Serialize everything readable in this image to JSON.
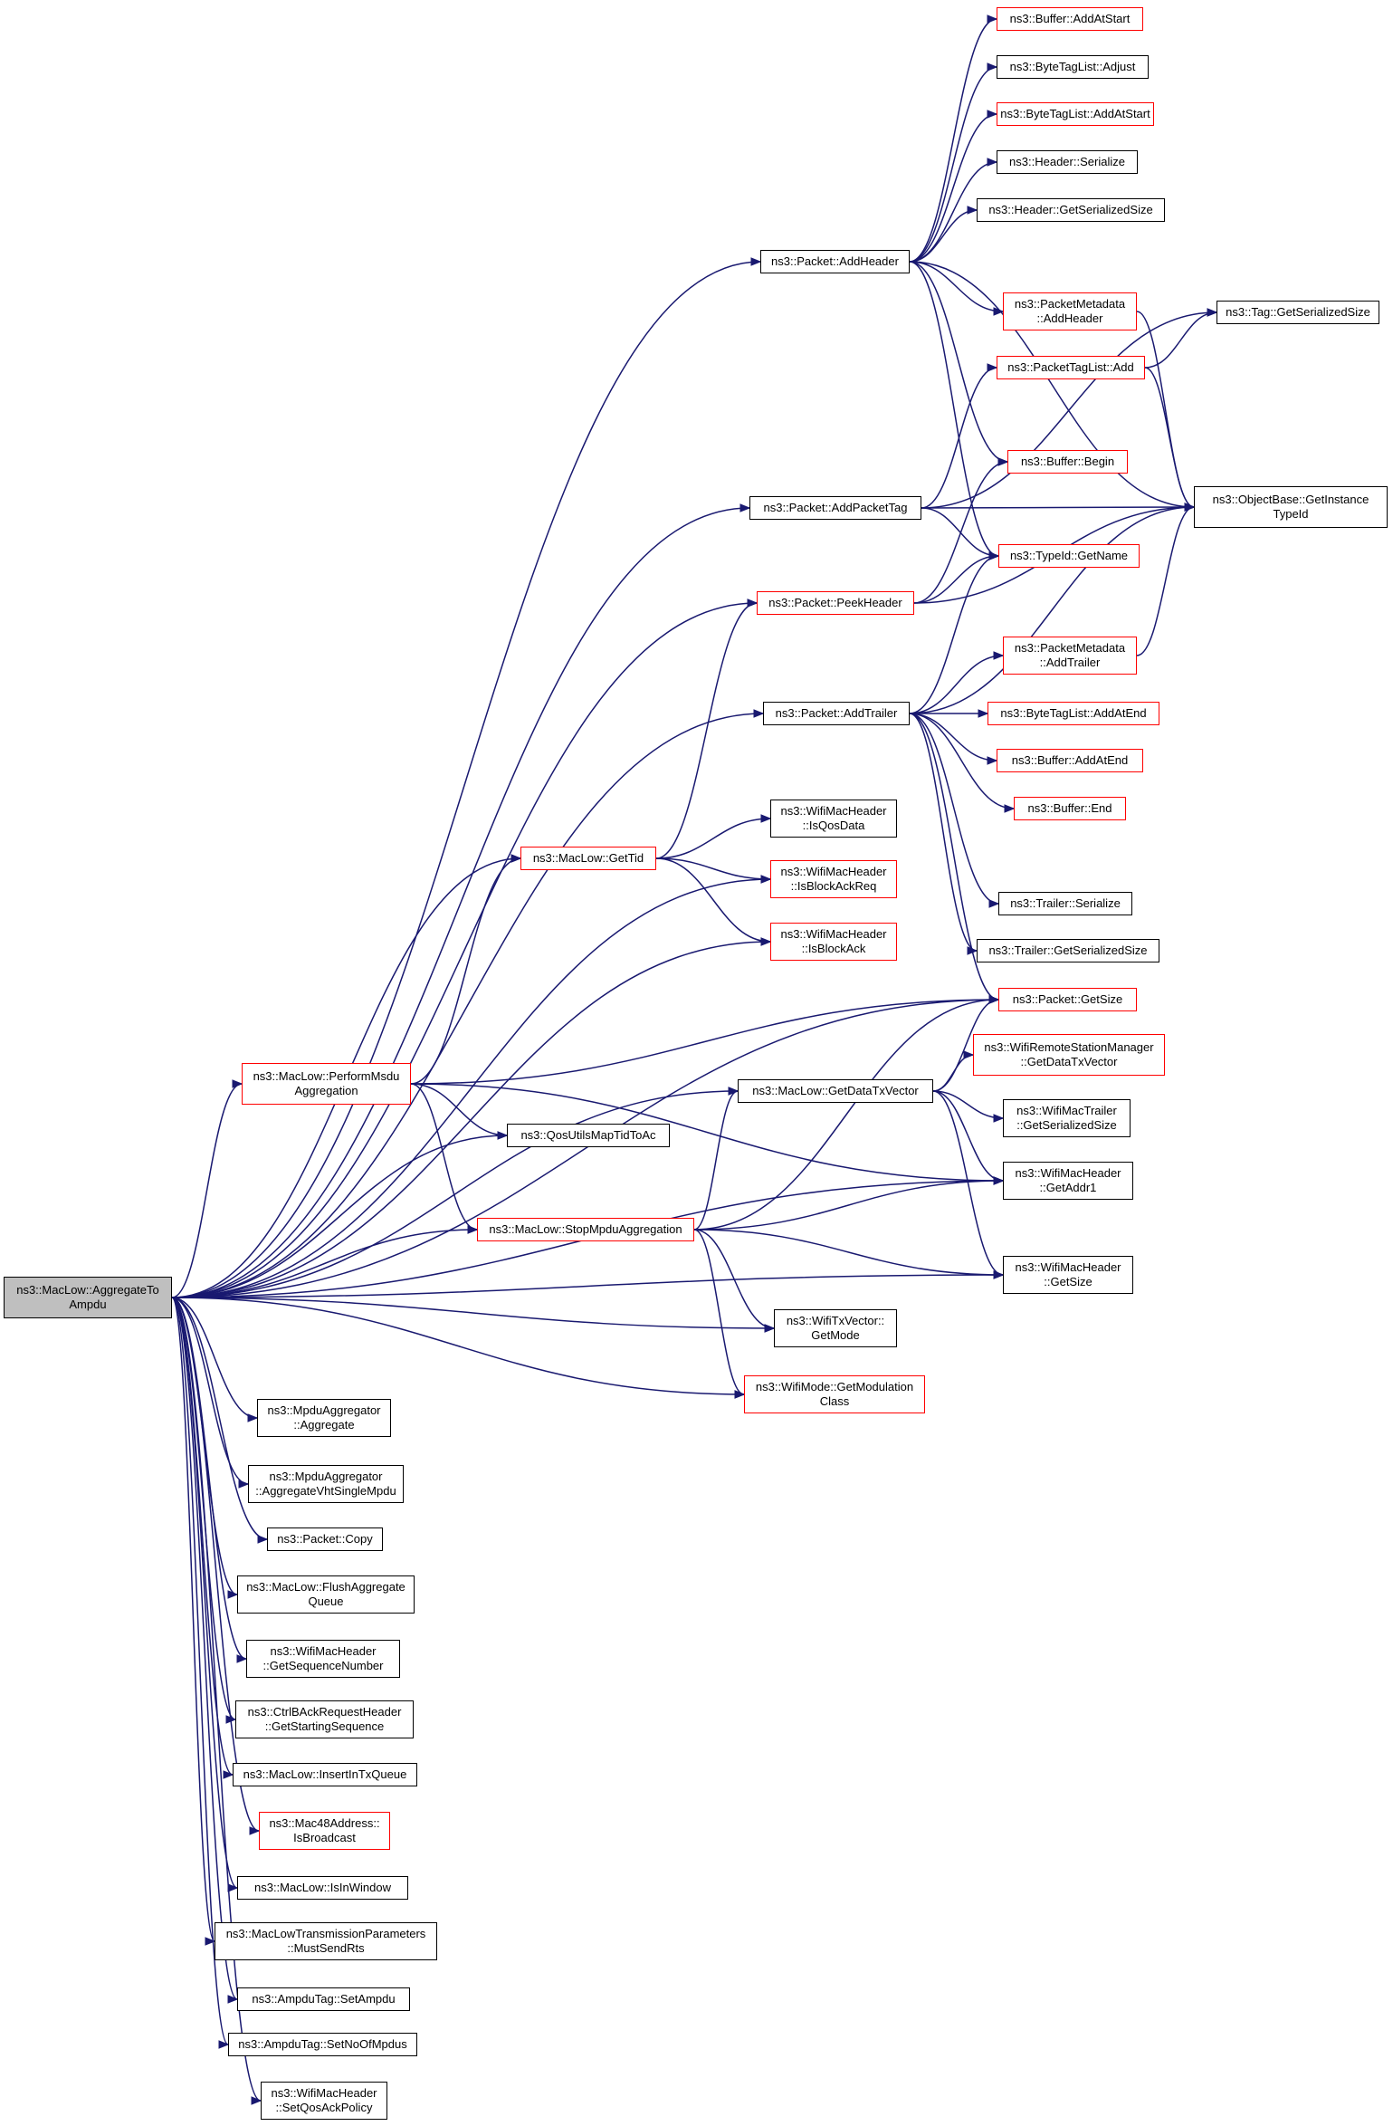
{
  "nodes": [
    {
      "id": "root",
      "label": "ns3::MacLow::AggregateTo\nAmpdu",
      "style": "root"
    },
    {
      "id": "pmsdu",
      "label": "ns3::MacLow::PerformMsdu\nAggregation",
      "style": "red"
    },
    {
      "id": "gettid",
      "label": "ns3::MacLow::GetTid",
      "style": "red"
    },
    {
      "id": "stopmpdu",
      "label": "ns3::MacLow::StopMpduAggregation",
      "style": "red"
    },
    {
      "id": "qosutils",
      "label": "ns3::QosUtilsMapTidToAc",
      "style": "black"
    },
    {
      "id": "addheader",
      "label": "ns3::Packet::AddHeader",
      "style": "black"
    },
    {
      "id": "addpackettag",
      "label": "ns3::Packet::AddPacketTag",
      "style": "black"
    },
    {
      "id": "peekheader",
      "label": "ns3::Packet::PeekHeader",
      "style": "red"
    },
    {
      "id": "addtrailer",
      "label": "ns3::Packet::AddTrailer",
      "style": "black"
    },
    {
      "id": "isqosdata",
      "label": "ns3::WifiMacHeader\n::IsQosData",
      "style": "black"
    },
    {
      "id": "isblockackreq",
      "label": "ns3::WifiMacHeader\n::IsBlockAckReq",
      "style": "red"
    },
    {
      "id": "isblockack",
      "label": "ns3::WifiMacHeader\n::IsBlockAck",
      "style": "red"
    },
    {
      "id": "getdatatx",
      "label": "ns3::MacLow::GetDataTxVector",
      "style": "black"
    },
    {
      "id": "getmode",
      "label": "ns3::WifiTxVector::\nGetMode",
      "style": "black"
    },
    {
      "id": "getmodclass",
      "label": "ns3::WifiMode::GetModulation\nClass",
      "style": "red"
    },
    {
      "id": "buf_addatstart",
      "label": "ns3::Buffer::AddAtStart",
      "style": "red"
    },
    {
      "id": "btl_adjust",
      "label": "ns3::ByteTagList::Adjust",
      "style": "black"
    },
    {
      "id": "btl_addatstart",
      "label": "ns3::ByteTagList::AddAtStart",
      "style": "red"
    },
    {
      "id": "hdr_serialize",
      "label": "ns3::Header::Serialize",
      "style": "black"
    },
    {
      "id": "hdr_getsize",
      "label": "ns3::Header::GetSerializedSize",
      "style": "black"
    },
    {
      "id": "pm_addheader",
      "label": "ns3::PacketMetadata\n::AddHeader",
      "style": "red"
    },
    {
      "id": "tag_getsize",
      "label": "ns3::Tag::GetSerializedSize",
      "style": "black"
    },
    {
      "id": "ptl_add",
      "label": "ns3::PacketTagList::Add",
      "style": "red"
    },
    {
      "id": "buf_begin",
      "label": "ns3::Buffer::Begin",
      "style": "red"
    },
    {
      "id": "objbase",
      "label": "ns3::ObjectBase::GetInstance\nTypeId",
      "style": "black"
    },
    {
      "id": "typeid_getname",
      "label": "ns3::TypeId::GetName",
      "style": "red"
    },
    {
      "id": "pm_addtrailer",
      "label": "ns3::PacketMetadata\n::AddTrailer",
      "style": "red"
    },
    {
      "id": "btl_addatend",
      "label": "ns3::ByteTagList::AddAtEnd",
      "style": "red"
    },
    {
      "id": "buf_addatend",
      "label": "ns3::Buffer::AddAtEnd",
      "style": "red"
    },
    {
      "id": "buf_end",
      "label": "ns3::Buffer::End",
      "style": "red"
    },
    {
      "id": "trl_serialize",
      "label": "ns3::Trailer::Serialize",
      "style": "black"
    },
    {
      "id": "trl_getsize",
      "label": "ns3::Trailer::GetSerializedSize",
      "style": "black"
    },
    {
      "id": "pkt_getsize",
      "label": "ns3::Packet::GetSize",
      "style": "red"
    },
    {
      "id": "wrsm_getdata",
      "label": "ns3::WifiRemoteStationManager\n::GetDataTxVector",
      "style": "red"
    },
    {
      "id": "wmt_getsize",
      "label": "ns3::WifiMacTrailer\n::GetSerializedSize",
      "style": "black"
    },
    {
      "id": "wmh_getaddr1",
      "label": "ns3::WifiMacHeader\n::GetAddr1",
      "style": "black"
    },
    {
      "id": "wmh_getsize",
      "label": "ns3::WifiMacHeader\n::GetSize",
      "style": "black"
    },
    {
      "id": "mpdu_aggregate",
      "label": "ns3::MpduAggregator\n::Aggregate",
      "style": "black"
    },
    {
      "id": "mpdu_vht",
      "label": "ns3::MpduAggregator\n::AggregateVhtSingleMpdu",
      "style": "black"
    },
    {
      "id": "pkt_copy",
      "label": "ns3::Packet::Copy",
      "style": "black"
    },
    {
      "id": "flushagg",
      "label": "ns3::MacLow::FlushAggregate\nQueue",
      "style": "black"
    },
    {
      "id": "getseqnum",
      "label": "ns3::WifiMacHeader\n::GetSequenceNumber",
      "style": "black"
    },
    {
      "id": "ctrlbar",
      "label": "ns3::CtrlBAckRequestHeader\n::GetStartingSequence",
      "style": "black"
    },
    {
      "id": "insertintx",
      "label": "ns3::MacLow::InsertInTxQueue",
      "style": "black"
    },
    {
      "id": "isbroadcast",
      "label": "ns3::Mac48Address::\nIsBroadcast",
      "style": "red"
    },
    {
      "id": "isinwindow",
      "label": "ns3::MacLow::IsInWindow",
      "style": "black"
    },
    {
      "id": "mustsendrts",
      "label": "ns3::MacLowTransmissionParameters\n::MustSendRts",
      "style": "black"
    },
    {
      "id": "setampdu",
      "label": "ns3::AmpduTag::SetAmpdu",
      "style": "black"
    },
    {
      "id": "setnoofmpdus",
      "label": "ns3::AmpduTag::SetNoOfMpdus",
      "style": "black"
    },
    {
      "id": "setqosack",
      "label": "ns3::WifiMacHeader\n::SetQosAckPolicy",
      "style": "black"
    }
  ],
  "edges": [
    [
      "root",
      "addheader"
    ],
    [
      "root",
      "addpackettag"
    ],
    [
      "root",
      "peekheader"
    ],
    [
      "root",
      "addtrailer"
    ],
    [
      "root",
      "pkt_getsize"
    ],
    [
      "root",
      "gettid"
    ],
    [
      "root",
      "isblockackreq"
    ],
    [
      "root",
      "isblockack"
    ],
    [
      "root",
      "getdatatx"
    ],
    [
      "root",
      "pmsdu"
    ],
    [
      "root",
      "qosutils"
    ],
    [
      "root",
      "wmh_getaddr1"
    ],
    [
      "root",
      "stopmpdu"
    ],
    [
      "root",
      "getmode"
    ],
    [
      "root",
      "getmodclass"
    ],
    [
      "root",
      "wmh_getsize"
    ],
    [
      "root",
      "mpdu_aggregate"
    ],
    [
      "root",
      "mpdu_vht"
    ],
    [
      "root",
      "pkt_copy"
    ],
    [
      "root",
      "flushagg"
    ],
    [
      "root",
      "getseqnum"
    ],
    [
      "root",
      "ctrlbar"
    ],
    [
      "root",
      "insertintx"
    ],
    [
      "root",
      "isbroadcast"
    ],
    [
      "root",
      "isinwindow"
    ],
    [
      "root",
      "mustsendrts"
    ],
    [
      "root",
      "setampdu"
    ],
    [
      "root",
      "setnoofmpdus"
    ],
    [
      "root",
      "setqosack"
    ],
    [
      "addheader",
      "buf_addatstart"
    ],
    [
      "addheader",
      "btl_adjust"
    ],
    [
      "addheader",
      "btl_addatstart"
    ],
    [
      "addheader",
      "hdr_serialize"
    ],
    [
      "addheader",
      "hdr_getsize"
    ],
    [
      "addheader",
      "pm_addheader"
    ],
    [
      "addheader",
      "buf_begin"
    ],
    [
      "addheader",
      "objbase"
    ],
    [
      "addheader",
      "typeid_getname"
    ],
    [
      "addpackettag",
      "tag_getsize"
    ],
    [
      "addpackettag",
      "ptl_add"
    ],
    [
      "addpackettag",
      "objbase"
    ],
    [
      "addpackettag",
      "typeid_getname"
    ],
    [
      "peekheader",
      "buf_begin"
    ],
    [
      "peekheader",
      "typeid_getname"
    ],
    [
      "peekheader",
      "objbase"
    ],
    [
      "addtrailer",
      "typeid_getname"
    ],
    [
      "addtrailer",
      "pm_addtrailer"
    ],
    [
      "addtrailer",
      "btl_addatend"
    ],
    [
      "addtrailer",
      "buf_addatend"
    ],
    [
      "addtrailer",
      "buf_end"
    ],
    [
      "addtrailer",
      "objbase"
    ],
    [
      "addtrailer",
      "trl_serialize"
    ],
    [
      "addtrailer",
      "trl_getsize"
    ],
    [
      "addtrailer",
      "pkt_getsize"
    ],
    [
      "pm_addheader",
      "objbase"
    ],
    [
      "ptl_add",
      "tag_getsize"
    ],
    [
      "ptl_add",
      "objbase"
    ],
    [
      "pm_addtrailer",
      "objbase"
    ],
    [
      "gettid",
      "peekheader"
    ],
    [
      "gettid",
      "isqosdata"
    ],
    [
      "gettid",
      "isblockackreq"
    ],
    [
      "gettid",
      "isblockack"
    ],
    [
      "pmsdu",
      "gettid"
    ],
    [
      "pmsdu",
      "pkt_getsize"
    ],
    [
      "pmsdu",
      "qosutils"
    ],
    [
      "pmsdu",
      "wmh_getaddr1"
    ],
    [
      "pmsdu",
      "stopmpdu"
    ],
    [
      "stopmpdu",
      "getdatatx"
    ],
    [
      "stopmpdu",
      "pkt_getsize"
    ],
    [
      "stopmpdu",
      "wmh_getaddr1"
    ],
    [
      "stopmpdu",
      "wmh_getsize"
    ],
    [
      "stopmpdu",
      "getmode"
    ],
    [
      "stopmpdu",
      "getmodclass"
    ],
    [
      "getdatatx",
      "pkt_getsize"
    ],
    [
      "getdatatx",
      "wrsm_getdata"
    ],
    [
      "getdatatx",
      "wmt_getsize"
    ],
    [
      "getdatatx",
      "wmh_getaddr1"
    ],
    [
      "getdatatx",
      "wmh_getsize"
    ]
  ]
}
